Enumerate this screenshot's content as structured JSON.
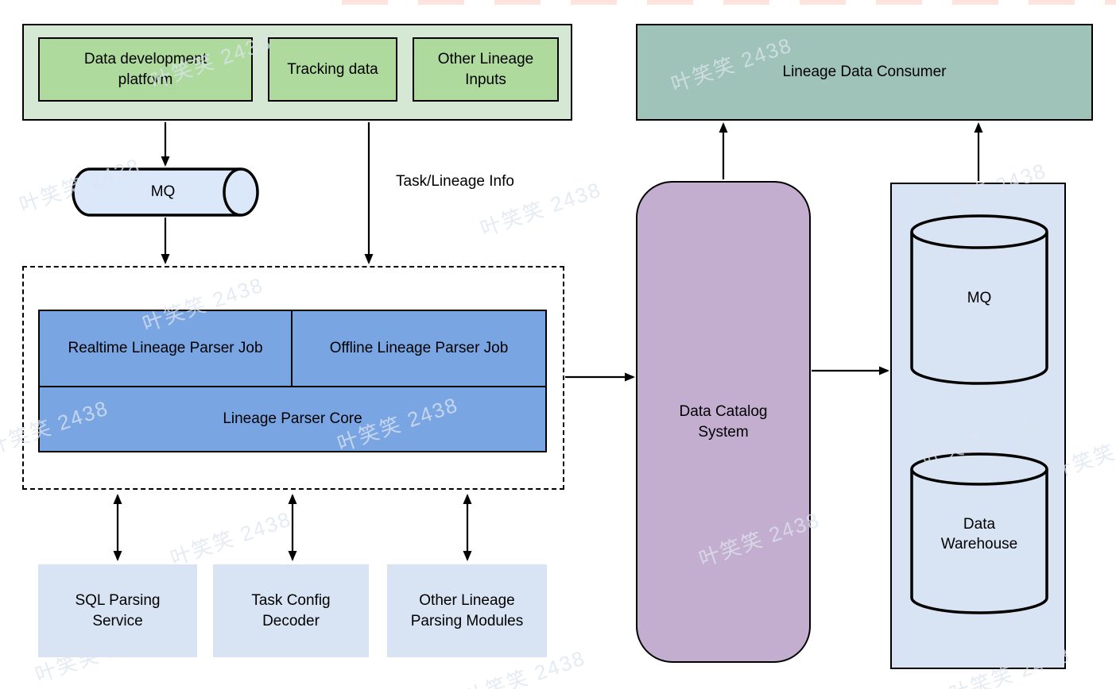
{
  "diagram": {
    "watermark_text": "叶笑笑 2438",
    "input_panel": {
      "platform": "Data development platform",
      "tracking": "Tracking data",
      "other_inputs": "Other Lineage Inputs"
    },
    "mq_queue_label": "MQ",
    "task_lineage_info_label": "Task/Lineage Info",
    "parser_panel": {
      "realtime_job": "Realtime Lineage Parser Job",
      "offline_job": "Offline Lineage Parser Job",
      "core": "Lineage Parser Core"
    },
    "modules": {
      "sql": "SQL Parsing Service",
      "task_config": "Task Config Decoder",
      "other": "Other Lineage Parsing Modules"
    },
    "catalog_label": "Data Catalog System",
    "consumer_label": "Lineage Data Consumer",
    "storage_panel": {
      "mq": "MQ",
      "warehouse": "Data Warehouse"
    },
    "colors": {
      "panel_green": "#d5e8d4",
      "box_green": "#aeda9e",
      "box_blue": "#7aa5e3",
      "box_light_blue": "#d8e4f3",
      "cylinder_blue": "#dbe8fa",
      "purple": "#c4aed0",
      "teal": "#9fc3b9",
      "stroke": "#000000",
      "watermark": "#dde5ef"
    }
  }
}
